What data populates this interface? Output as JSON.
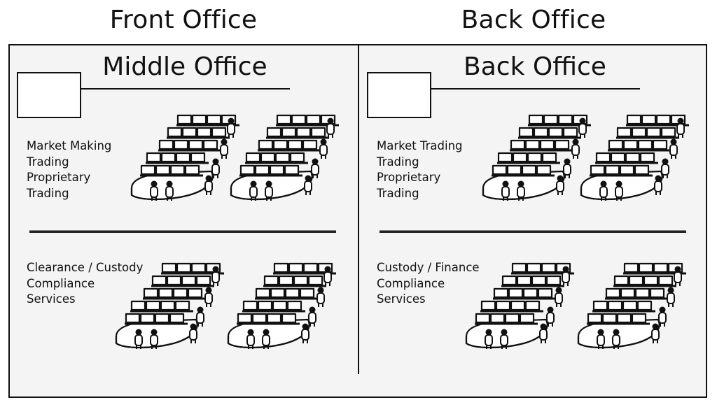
{
  "headers": {
    "left": "Front Office",
    "right": "Back Office"
  },
  "panels": [
    {
      "title": "Middle Office",
      "top_labels": [
        "Market Making",
        "Trading",
        "Proprietary",
        "Trading"
      ],
      "bottom_labels": [
        "Clearance / Custody",
        "Compliance",
        "Services"
      ]
    },
    {
      "title": "Back Office",
      "top_labels": [
        "Market Trading",
        "Trading",
        "Proprietary",
        "Trading"
      ],
      "bottom_labels": [
        "Custody / Finance",
        "Compliance",
        "Services"
      ]
    }
  ],
  "illustrations": {
    "icon": "trading-desk-icon",
    "description": "Tiered trading floor with rows of monitors and traders"
  }
}
